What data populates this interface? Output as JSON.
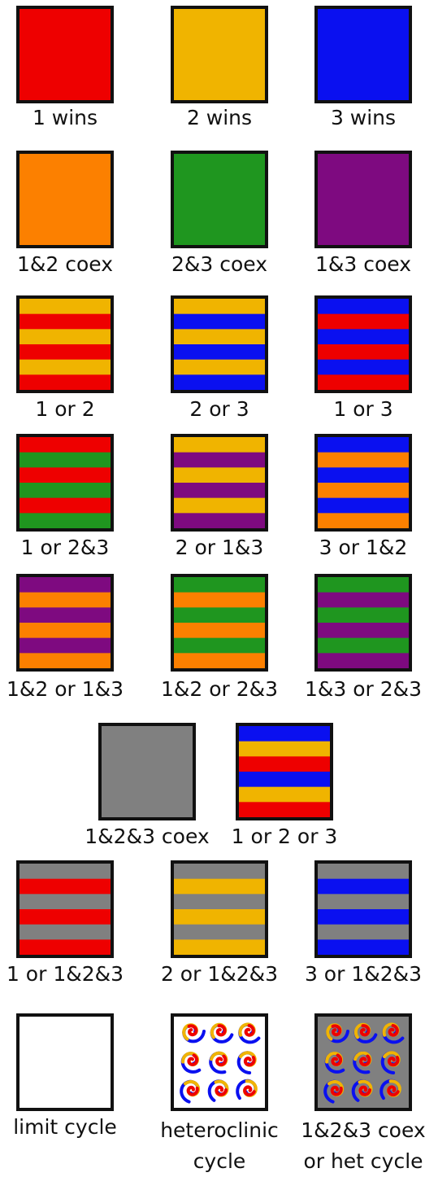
{
  "colors": {
    "p1": "#ee0000",
    "p2": "#f0b400",
    "p3": "#0a10f0",
    "c12": "#fc8000",
    "c23": "#1f961f",
    "c13": "#7e0a80",
    "c123": "#808080",
    "limit": "#ffffff"
  },
  "rows": [
    [
      {
        "label": "1 wins",
        "fill": [
          "p1"
        ]
      },
      {
        "label": "2 wins",
        "fill": [
          "p2"
        ]
      },
      {
        "label": "3 wins",
        "fill": [
          "p3"
        ]
      }
    ],
    [
      {
        "label": "1&2 coex",
        "fill": [
          "c12"
        ]
      },
      {
        "label": "2&3 coex",
        "fill": [
          "c23"
        ]
      },
      {
        "label": "1&3 coex",
        "fill": [
          "c13"
        ]
      }
    ],
    [
      {
        "label": "1 or 2",
        "fill": [
          "p2",
          "p1"
        ]
      },
      {
        "label": "2 or 3",
        "fill": [
          "p2",
          "p3"
        ]
      },
      {
        "label": "1 or 3",
        "fill": [
          "p3",
          "p1"
        ]
      }
    ],
    [
      {
        "label": "1 or 2&3",
        "fill": [
          "p1",
          "c23"
        ]
      },
      {
        "label": "2 or 1&3",
        "fill": [
          "p2",
          "c13"
        ]
      },
      {
        "label": "3 or 1&2",
        "fill": [
          "p3",
          "c12"
        ]
      }
    ],
    [
      {
        "label": "1&2 or 1&3",
        "fill": [
          "c13",
          "c12"
        ]
      },
      {
        "label": "1&2 or 2&3",
        "fill": [
          "c23",
          "c12"
        ]
      },
      {
        "label": "1&3 or 2&3",
        "fill": [
          "c23",
          "c13"
        ]
      }
    ],
    [
      {
        "label": "1&2&3 coex",
        "fill": [
          "c123"
        ]
      },
      {
        "label": "1 or 2 or 3",
        "fill": [
          "p3",
          "p2",
          "p1"
        ]
      }
    ],
    [
      {
        "label": "1 or 1&2&3",
        "fill": [
          "c123",
          "p1"
        ]
      },
      {
        "label": "2 or 1&2&3",
        "fill": [
          "c123",
          "p2"
        ]
      },
      {
        "label": "3 or 1&2&3",
        "fill": [
          "c123",
          "p3"
        ]
      }
    ],
    [
      {
        "label": "limit cycle",
        "fill": [
          "limit"
        ]
      },
      {
        "label": "heteroclinic",
        "label2": "cycle",
        "fill": [
          "limit"
        ],
        "spirals": true
      },
      {
        "label": "1&2&3 coex",
        "label2": "or het cycle",
        "fill": [
          "c123"
        ],
        "spirals": true
      }
    ]
  ]
}
